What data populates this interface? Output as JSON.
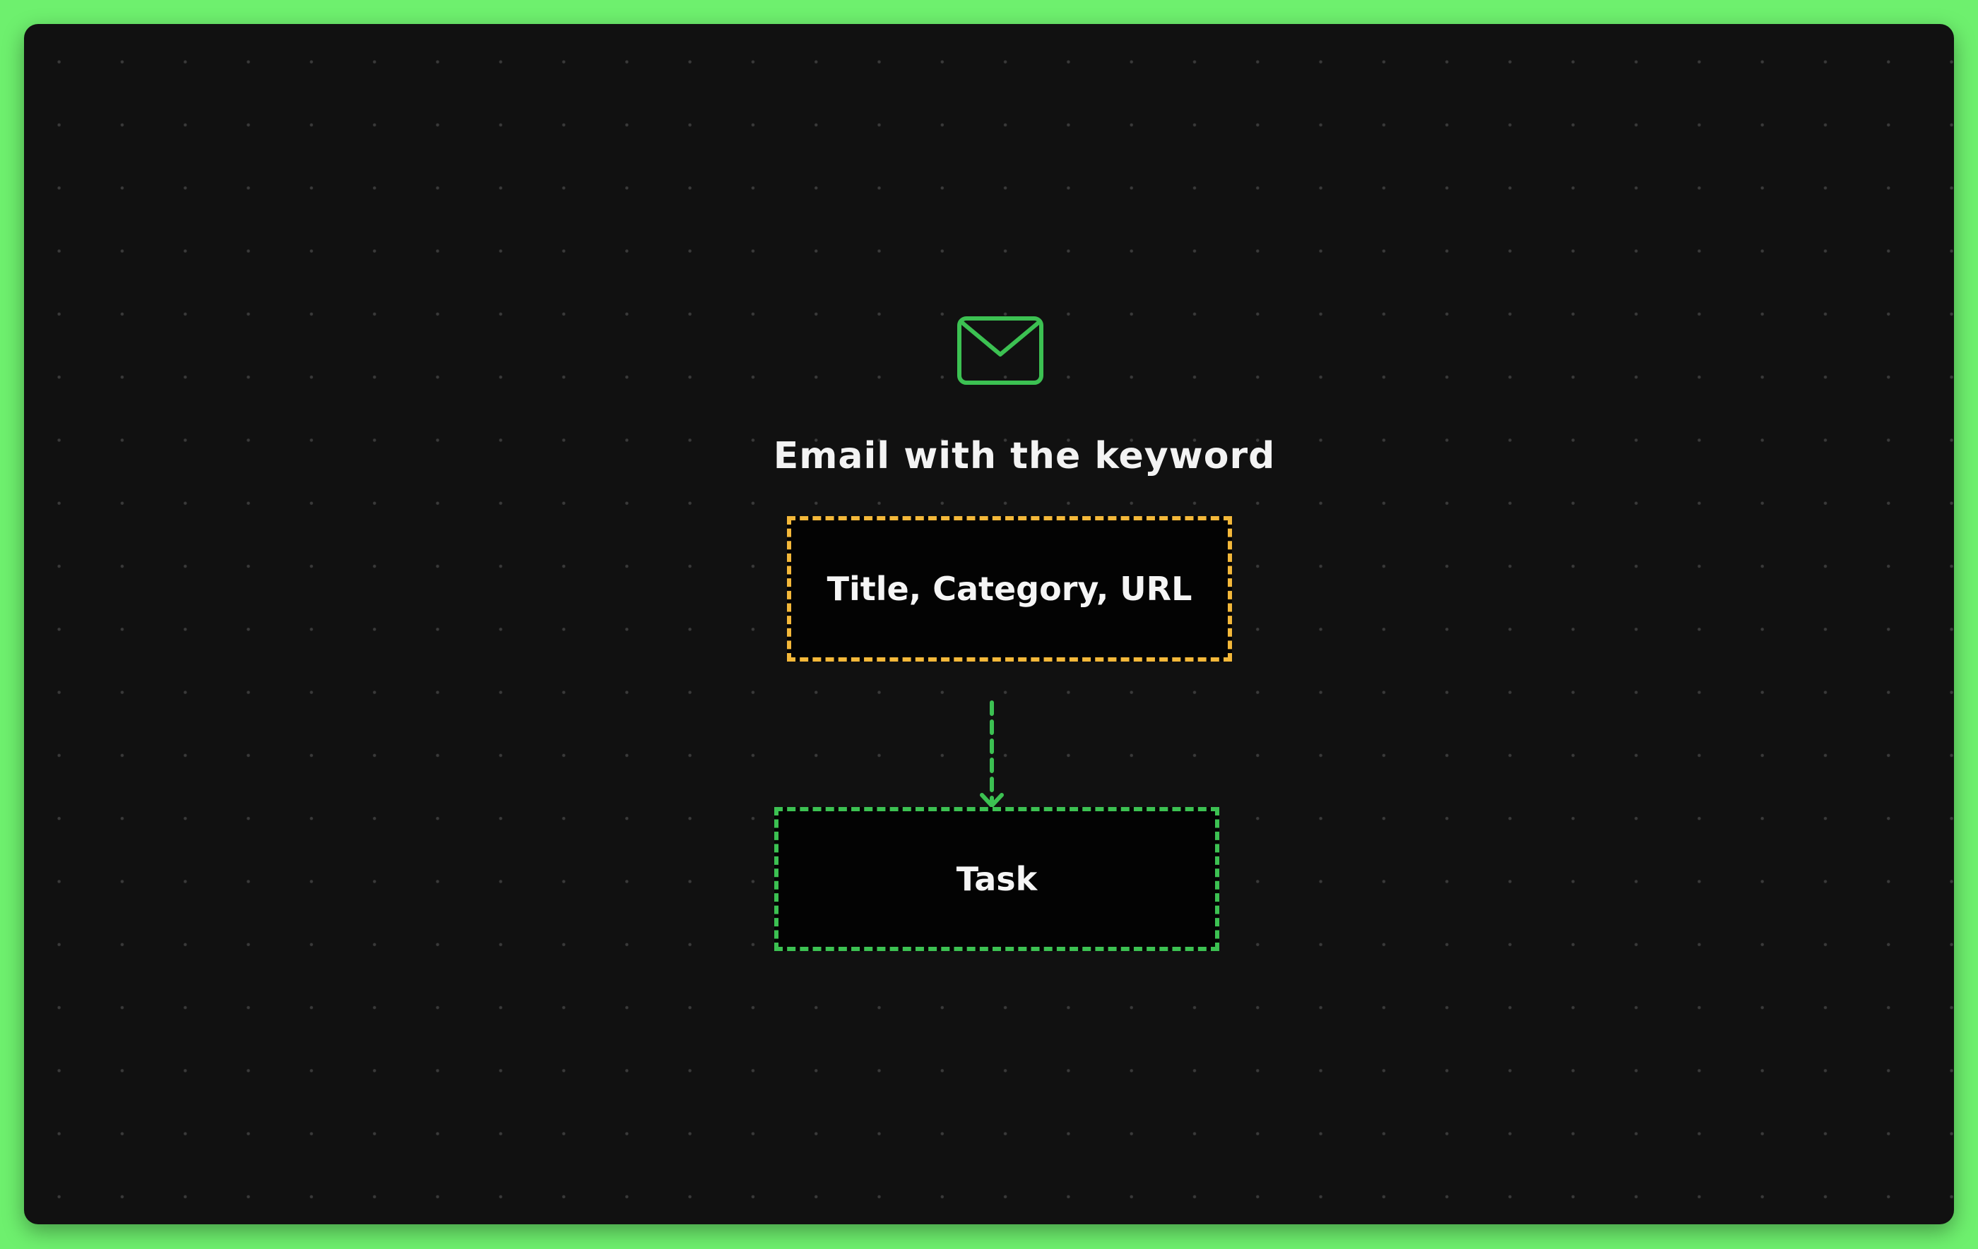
{
  "trigger": {
    "icon": "envelope-icon",
    "label": "Email with the keyword"
  },
  "fields_node": {
    "label": "Title, Category, URL"
  },
  "task_node": {
    "label": "Task"
  },
  "colors": {
    "background_frame": "#6ef06e",
    "canvas": "#111111",
    "envelope": "#3cc152",
    "fields_border": "#f4b83a",
    "task_border": "#3cc152",
    "arrow": "#3cc152",
    "text": "#f5f5f5"
  }
}
